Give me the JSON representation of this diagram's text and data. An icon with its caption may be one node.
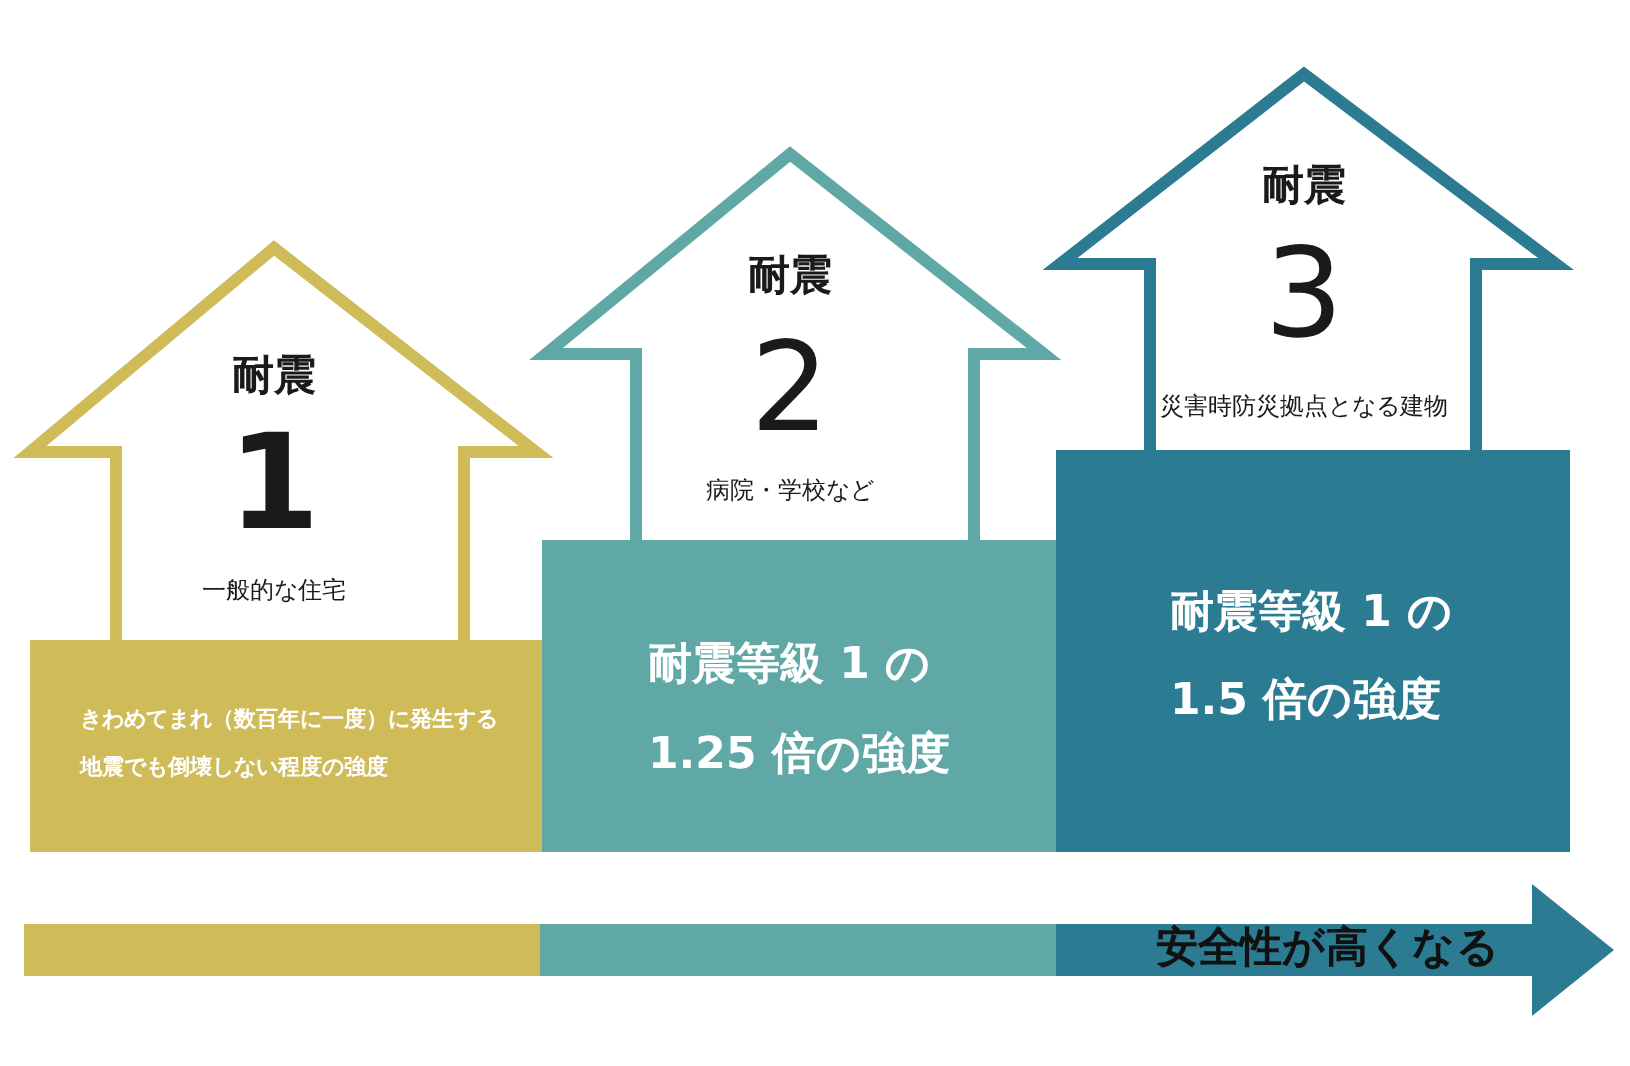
{
  "diagram": {
    "nodes": [
      {
        "text": [
          "耐震",
          "1",
          "一般的な住宅"
        ]
      },
      {
        "text": [
          "きわめてまれ（数百年に一度）に発生する地震でも倒壊しない程度の強度"
        ]
      },
      {
        "text": [
          "耐震",
          "2",
          "病院・学校など"
        ]
      },
      {
        "text": [
          "耐震等級 1 の 1.25 倍の強度"
        ]
      },
      {
        "text": [
          "耐震",
          "3",
          "災害時防災拠点となる建物"
        ]
      },
      {
        "text": [
          "耐震等級 1 の 1.5 倍の強度"
        ]
      },
      {
        "text": [
          "安全性が高くなる"
        ]
      }
    ]
  }
}
